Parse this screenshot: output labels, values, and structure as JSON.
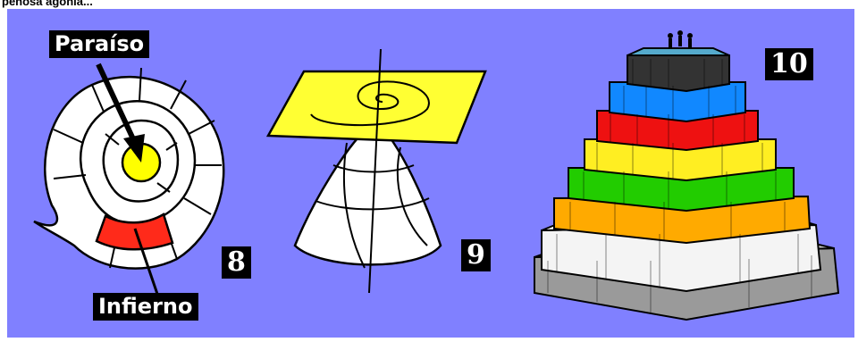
{
  "caption": "penosa agonía...",
  "labels": {
    "paraiso": "Paraíso",
    "infierno": "Infierno"
  },
  "figure_numbers": [
    "8",
    "9",
    "10"
  ],
  "colors": {
    "background": "#8080ff",
    "paradise": "#ffff00",
    "hell": "#ff2a1a",
    "plane": "#ffff33",
    "terraces": [
      "#888888",
      "#ffffff",
      "#ffaa00",
      "#22cc00",
      "#ffee22",
      "#ee1111",
      "#1188ff",
      "#333333"
    ]
  }
}
